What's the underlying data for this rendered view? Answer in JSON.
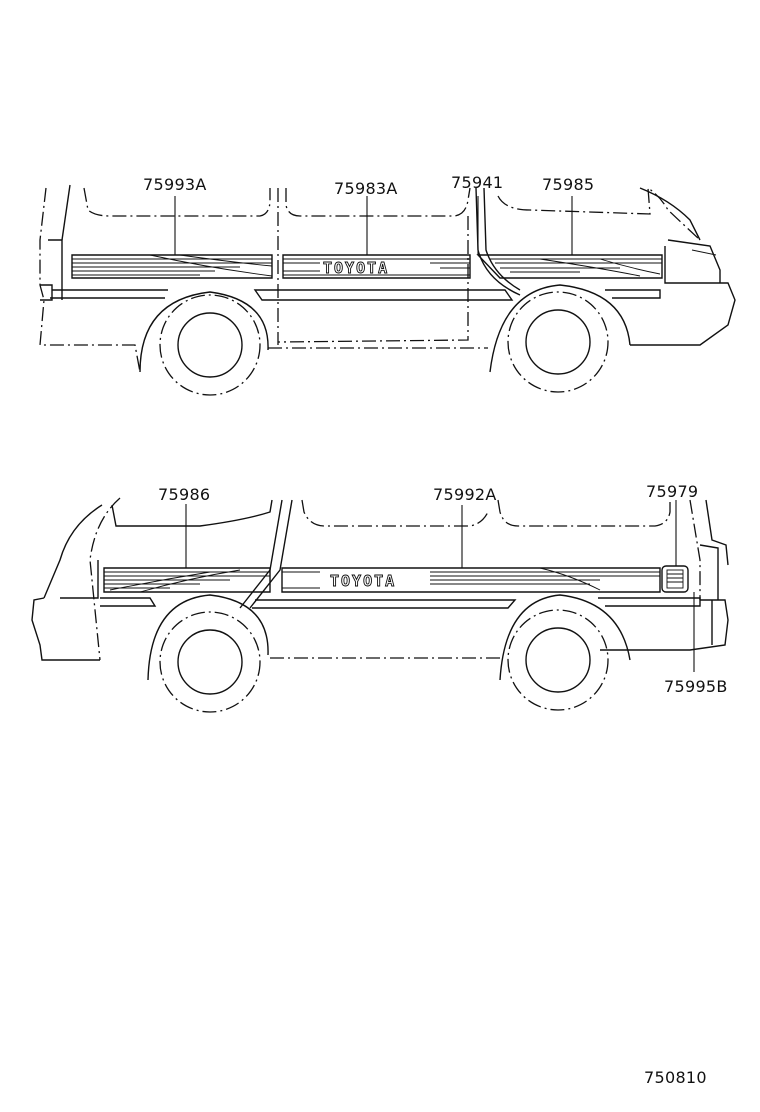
{
  "top_view": {
    "callouts": [
      "75993A",
      "75983A",
      "75941",
      "75985"
    ],
    "emblem": "TOYOTA"
  },
  "bottom_view": {
    "callouts": [
      "75986",
      "75992A",
      "75979",
      "75995B"
    ],
    "emblem": "TOYOTA"
  },
  "diagram_code": "750810"
}
